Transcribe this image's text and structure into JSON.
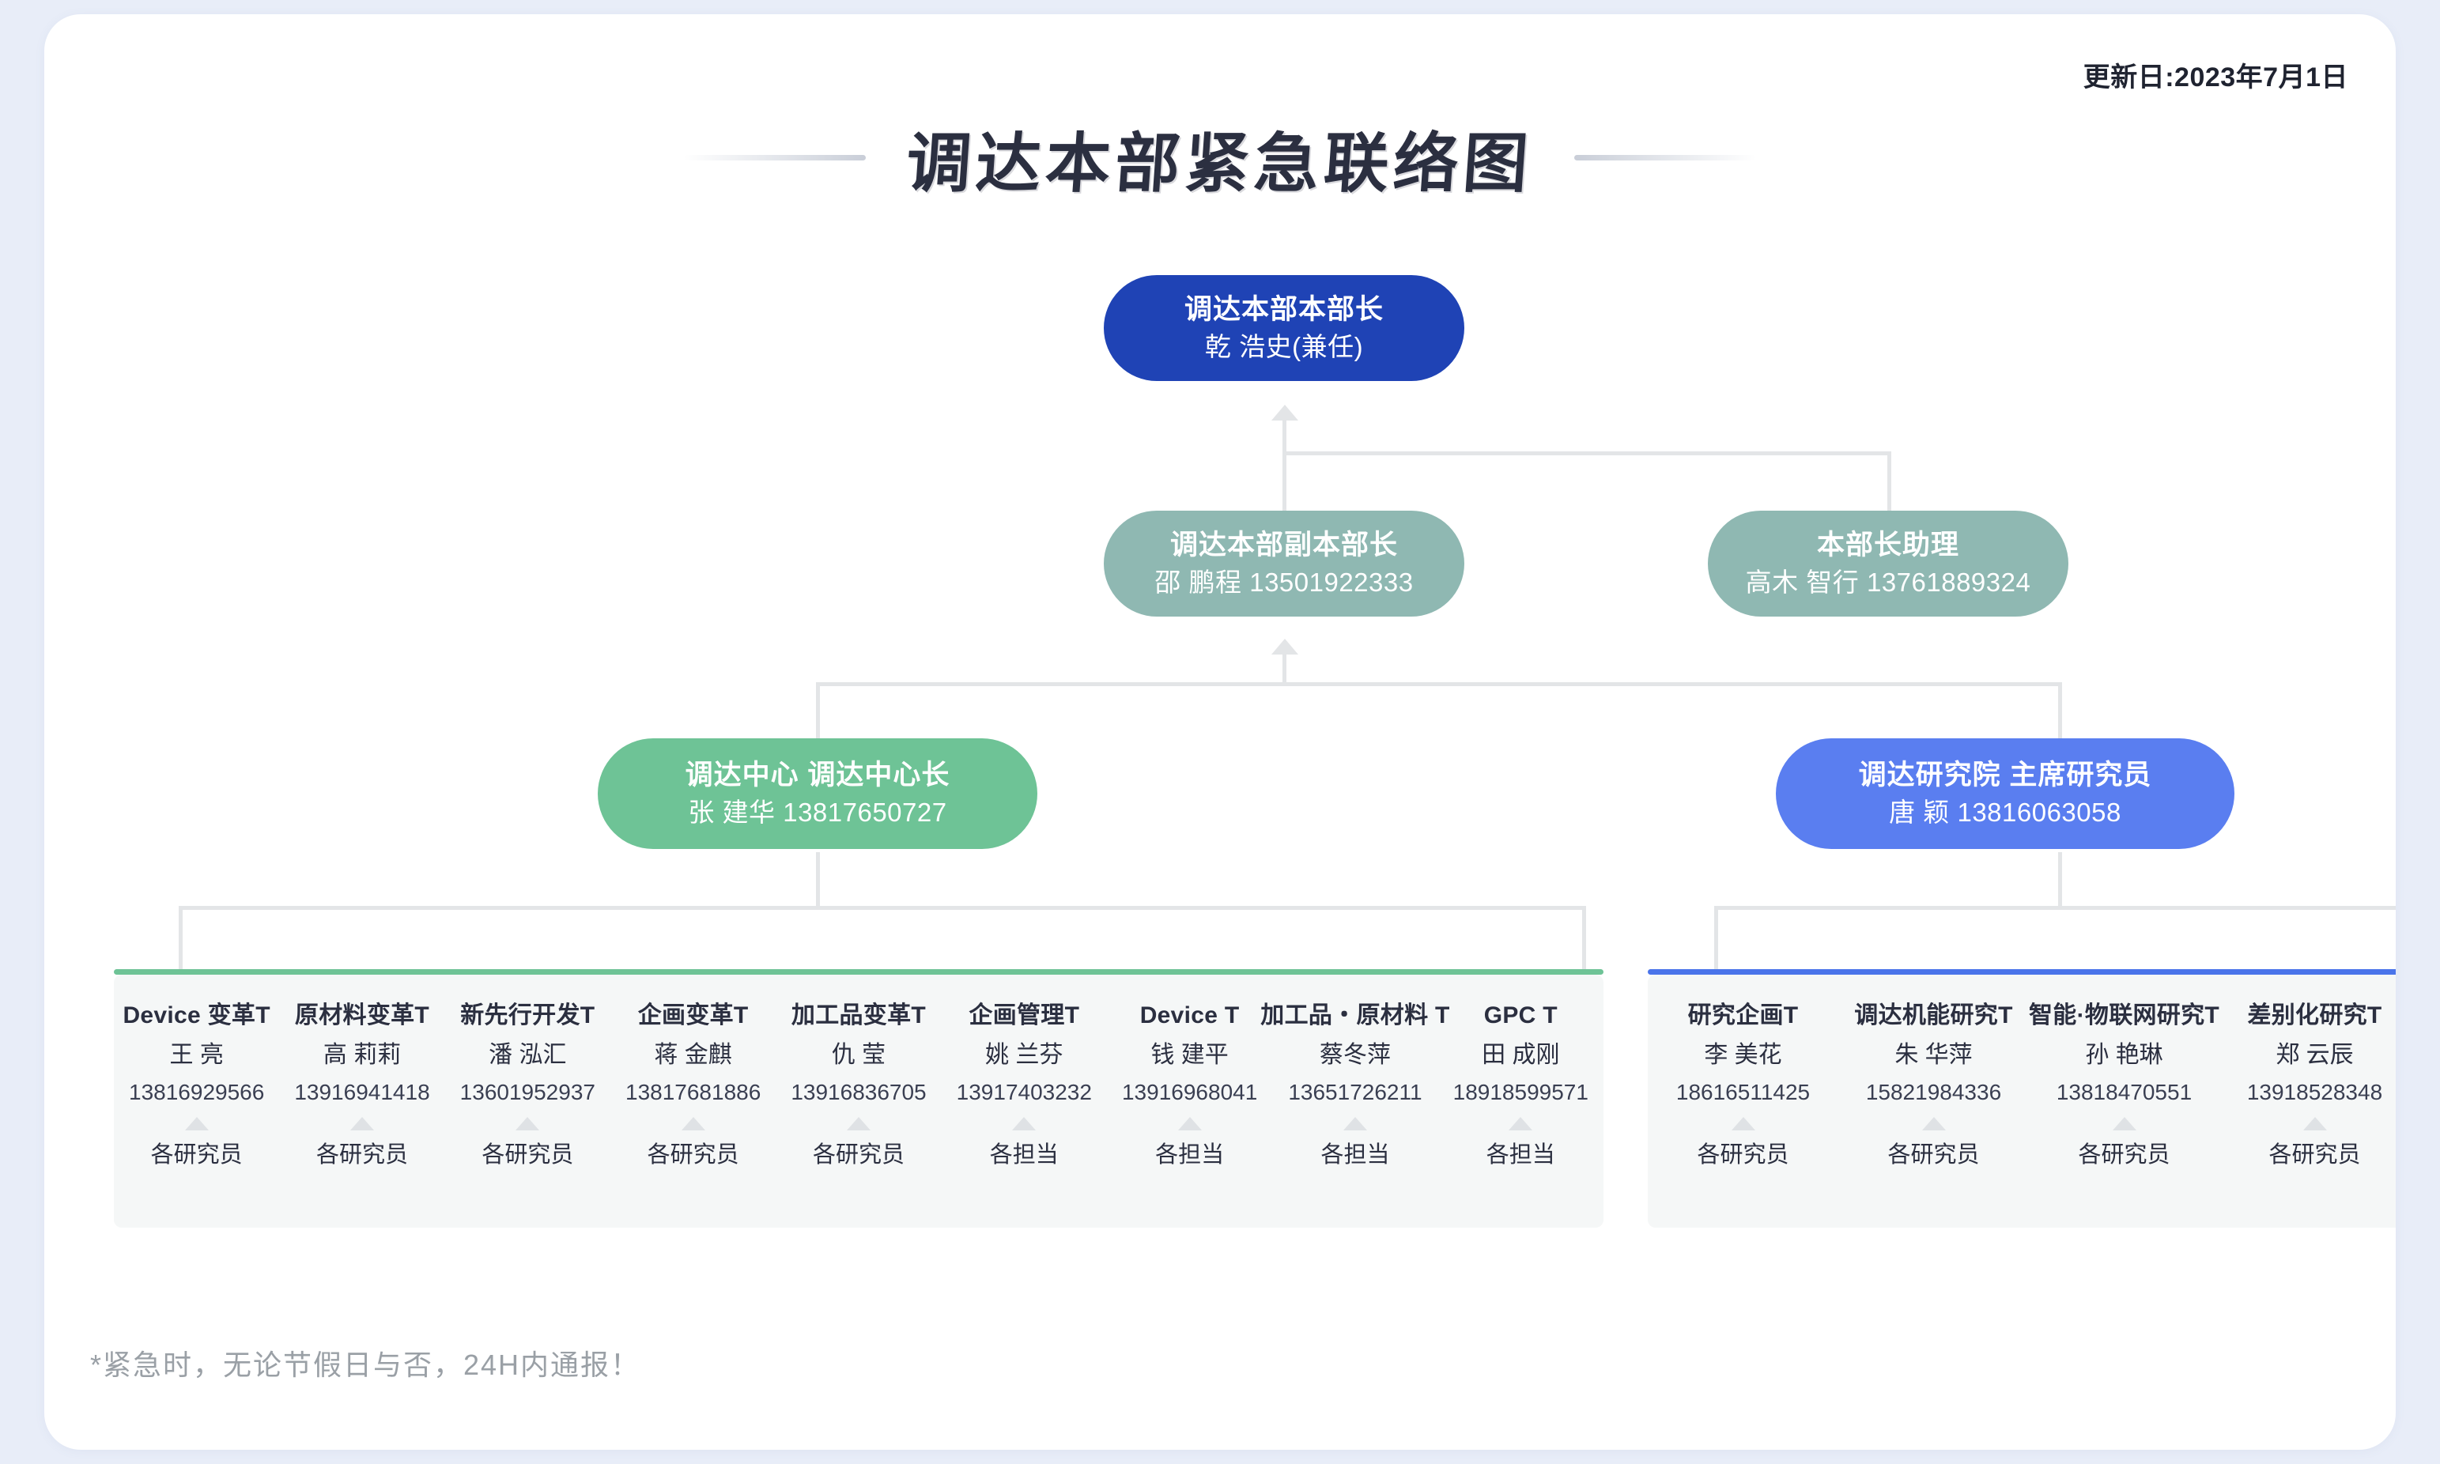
{
  "header": {
    "update_date": "更新日:2023年7月1日",
    "title": "调达本部紧急联络图"
  },
  "nodes": {
    "root": {
      "title": "调达本部本部长",
      "sub": "乾 浩史(兼任)",
      "color": "#1f43b5"
    },
    "deputy": {
      "title": "调达本部副本部长",
      "sub": "邵 鹏程 13501922333",
      "color": "#8fb8b2"
    },
    "assistant": {
      "title": "本部长助理",
      "sub": "高木 智行 13761889324",
      "color": "#8fb8b2"
    },
    "center": {
      "title": "调达中心 调达中心长",
      "sub": "张 建华 13817650727",
      "color": "#6ec396"
    },
    "institute": {
      "title": "调达研究院 主席研究员",
      "sub": "唐 颖 13816063058",
      "color": "#5a7ef0"
    }
  },
  "groups": {
    "left": {
      "accent": "#6ec396",
      "columns": [
        {
          "title": "Device 变革T",
          "name": "王 亮",
          "phone": "13816929566",
          "role": "各研究员"
        },
        {
          "title": "原材料变革T",
          "name": "高 莉莉",
          "phone": "13916941418",
          "role": "各研究员"
        },
        {
          "title": "新先行开发T",
          "name": "潘 泓汇",
          "phone": "13601952937",
          "role": "各研究员"
        },
        {
          "title": "企画变革T",
          "name": "蒋 金麒",
          "phone": "13817681886",
          "role": "各研究员"
        },
        {
          "title": "加工品变革T",
          "name": "仇 莹",
          "phone": "13916836705",
          "role": "各研究员"
        },
        {
          "title": "企画管理T",
          "name": "姚 兰芬",
          "phone": "13917403232",
          "role": "各担当"
        },
        {
          "title": "Device T",
          "name": "钱 建平",
          "phone": "13916968041",
          "role": "各担当"
        },
        {
          "title": "加工品・原材料 T",
          "name": "蔡冬萍",
          "phone": "13651726211",
          "role": "各担当"
        },
        {
          "title": "GPC T",
          "name": "田 成刚",
          "phone": "18918599571",
          "role": "各担当"
        }
      ]
    },
    "right": {
      "accent": "#4a74ea",
      "columns": [
        {
          "title": "研究企画T",
          "name": "李 美花",
          "phone": "18616511425",
          "role": "各研究员"
        },
        {
          "title": "调达机能研究T",
          "name": "朱 华萍",
          "phone": "15821984336",
          "role": "各研究员"
        },
        {
          "title": "智能·物联网研究T",
          "name": "孙 艳琳",
          "phone": "13818470551",
          "role": "各研究员"
        },
        {
          "title": "差别化研究T",
          "name": "郑 云辰",
          "phone": "13918528348",
          "role": "各研究员"
        }
      ]
    }
  },
  "footnote": "*紧急时，无论节假日与否，24H内通报！"
}
